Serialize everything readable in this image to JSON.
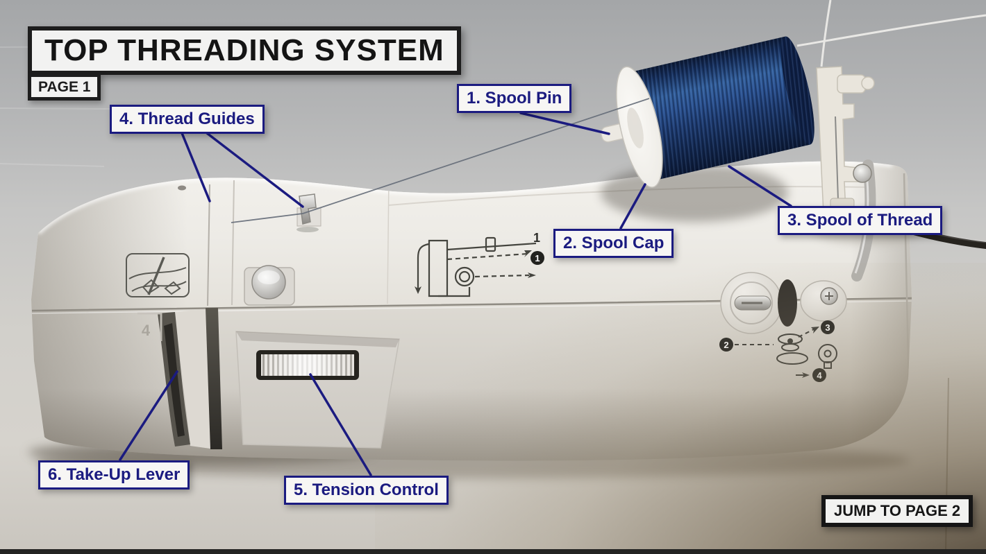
{
  "header": {
    "title": "TOP THREADING SYSTEM",
    "page_badge": "PAGE 1"
  },
  "footer": {
    "jump_button": "JUMP TO PAGE 2"
  },
  "callouts": [
    {
      "num": "1",
      "label": "1. Spool Pin"
    },
    {
      "num": "2",
      "label": "2. Spool Cap"
    },
    {
      "num": "3",
      "label": "3. Spool of Thread"
    },
    {
      "num": "4",
      "label": "4. Thread Guides"
    },
    {
      "num": "5",
      "label": "5. Tension Control"
    },
    {
      "num": "6",
      "label": "6. Take-Up Lever"
    }
  ],
  "machine_markings": {
    "top_diagram_number": "1",
    "top_diagram_step": "1",
    "bobbin_step_2": "2",
    "bobbin_step_3": "3",
    "bobbin_step_4": "4",
    "embossed_mark": "4"
  },
  "colors": {
    "annotation_navy": "#1b1b80",
    "ink_black": "#1c1c1c",
    "label_background": "#f7f6f4",
    "machine_white": "#eceae5",
    "thread_navy": "#1a3466",
    "background_gray": "#b9bab9",
    "table_tan": "#d5d2cc",
    "corner_dark": "#46392b"
  }
}
